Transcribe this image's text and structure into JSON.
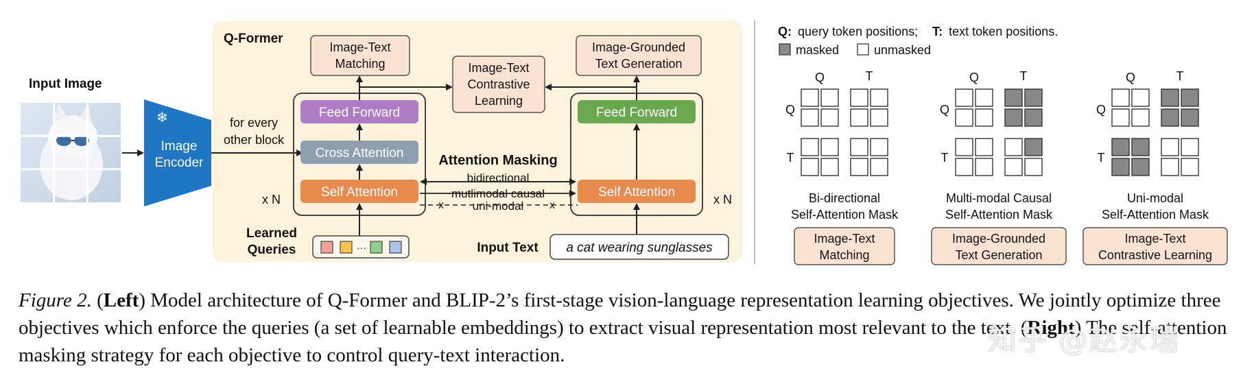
{
  "figure": {
    "left": {
      "input_image_label": "Input Image",
      "image_encoder": [
        "Image",
        "Encoder"
      ],
      "qformer_label": "Q-Former",
      "for_every": [
        "for every",
        "other block"
      ],
      "itm_top": [
        "Image-Text",
        "Matching"
      ],
      "itc_top": [
        "Image-Text",
        "Contrastive",
        "Learning"
      ],
      "itg_top": [
        "Image-Grounded",
        "Text Generation"
      ],
      "feed_forward_left": "Feed Forward",
      "cross_attention": "Cross Attention",
      "self_attention_left": "Self Attention",
      "feed_forward_right": "Feed Forward",
      "self_attention_right": "Self Attention",
      "xn_left": "x N",
      "xn_right": "x N",
      "attention_masking": "Attention Masking",
      "bidirectional": "bidirectional",
      "multimodal_causal": "mutlimodal causal",
      "unimodal": "uni-modal",
      "cross_mark": "x",
      "learned_queries": [
        "Learned",
        "Queries"
      ],
      "ellipsis": "···",
      "input_text_label": "Input Text",
      "input_text_value": "a cat wearing sunglasses"
    },
    "right": {
      "legend_q_key": "Q:",
      "legend_q_text": "query token positions;",
      "legend_t_key": "T:",
      "legend_t_text": "text token positions.",
      "legend_masked": "masked",
      "legend_unmasked": "unmasked",
      "q_letter": "Q",
      "t_letter": "T",
      "masks": [
        {
          "title": [
            "Bi-directional",
            "Self-Attention Mask"
          ],
          "objective": [
            "Image-Text",
            "Matching"
          ],
          "cells": [
            [
              0,
              0,
              0,
              0
            ],
            [
              0,
              0,
              0,
              0
            ],
            [
              0,
              0,
              0,
              0
            ],
            [
              0,
              0,
              0,
              0
            ]
          ]
        },
        {
          "title": [
            "Multi-modal Causal",
            "Self-Attention Mask"
          ],
          "objective": [
            "Image-Grounded",
            "Text Generation"
          ],
          "cells": [
            [
              0,
              0,
              1,
              1
            ],
            [
              0,
              0,
              1,
              1
            ],
            [
              0,
              0,
              0,
              1
            ],
            [
              0,
              0,
              0,
              0
            ]
          ]
        },
        {
          "title": [
            "Uni-modal",
            "Self-Attention Mask"
          ],
          "objective": [
            "Image-Text",
            "Contrastive Learning"
          ],
          "cells": [
            [
              0,
              0,
              1,
              1
            ],
            [
              0,
              0,
              1,
              1
            ],
            [
              1,
              1,
              0,
              0
            ],
            [
              1,
              1,
              0,
              0
            ]
          ]
        }
      ]
    },
    "colors": {
      "qformer_bg": "#fdf3dc",
      "objective_box": "#fbe3d4",
      "feed_forward_purple": "#b07cc6",
      "feed_forward_green": "#6aa84f",
      "cross_attention_gray": "#8e9fb0",
      "self_attention_orange": "#e8894e",
      "encoder_blue": "#1f77c4",
      "masked_gray": "#888888",
      "query_colors": [
        "#f4a09a",
        "#f6c448",
        "#8fcf8a",
        "#a9c4e8"
      ]
    }
  },
  "caption": {
    "fig_label": "Figure 2.",
    "left_label": "Left",
    "part1": " Model architecture of Q-Former and BLIP-2’s first-stage vision-language representation learning objectives. We jointly optimize three objectives which enforce the queries (a set of learnable embeddings) to extract visual representation most relevant to the text. ",
    "right_label": "Right",
    "part2": " The self-attention masking strategy for each objective to control query-text interaction."
  },
  "watermark": "知乎 @赵永瑞"
}
